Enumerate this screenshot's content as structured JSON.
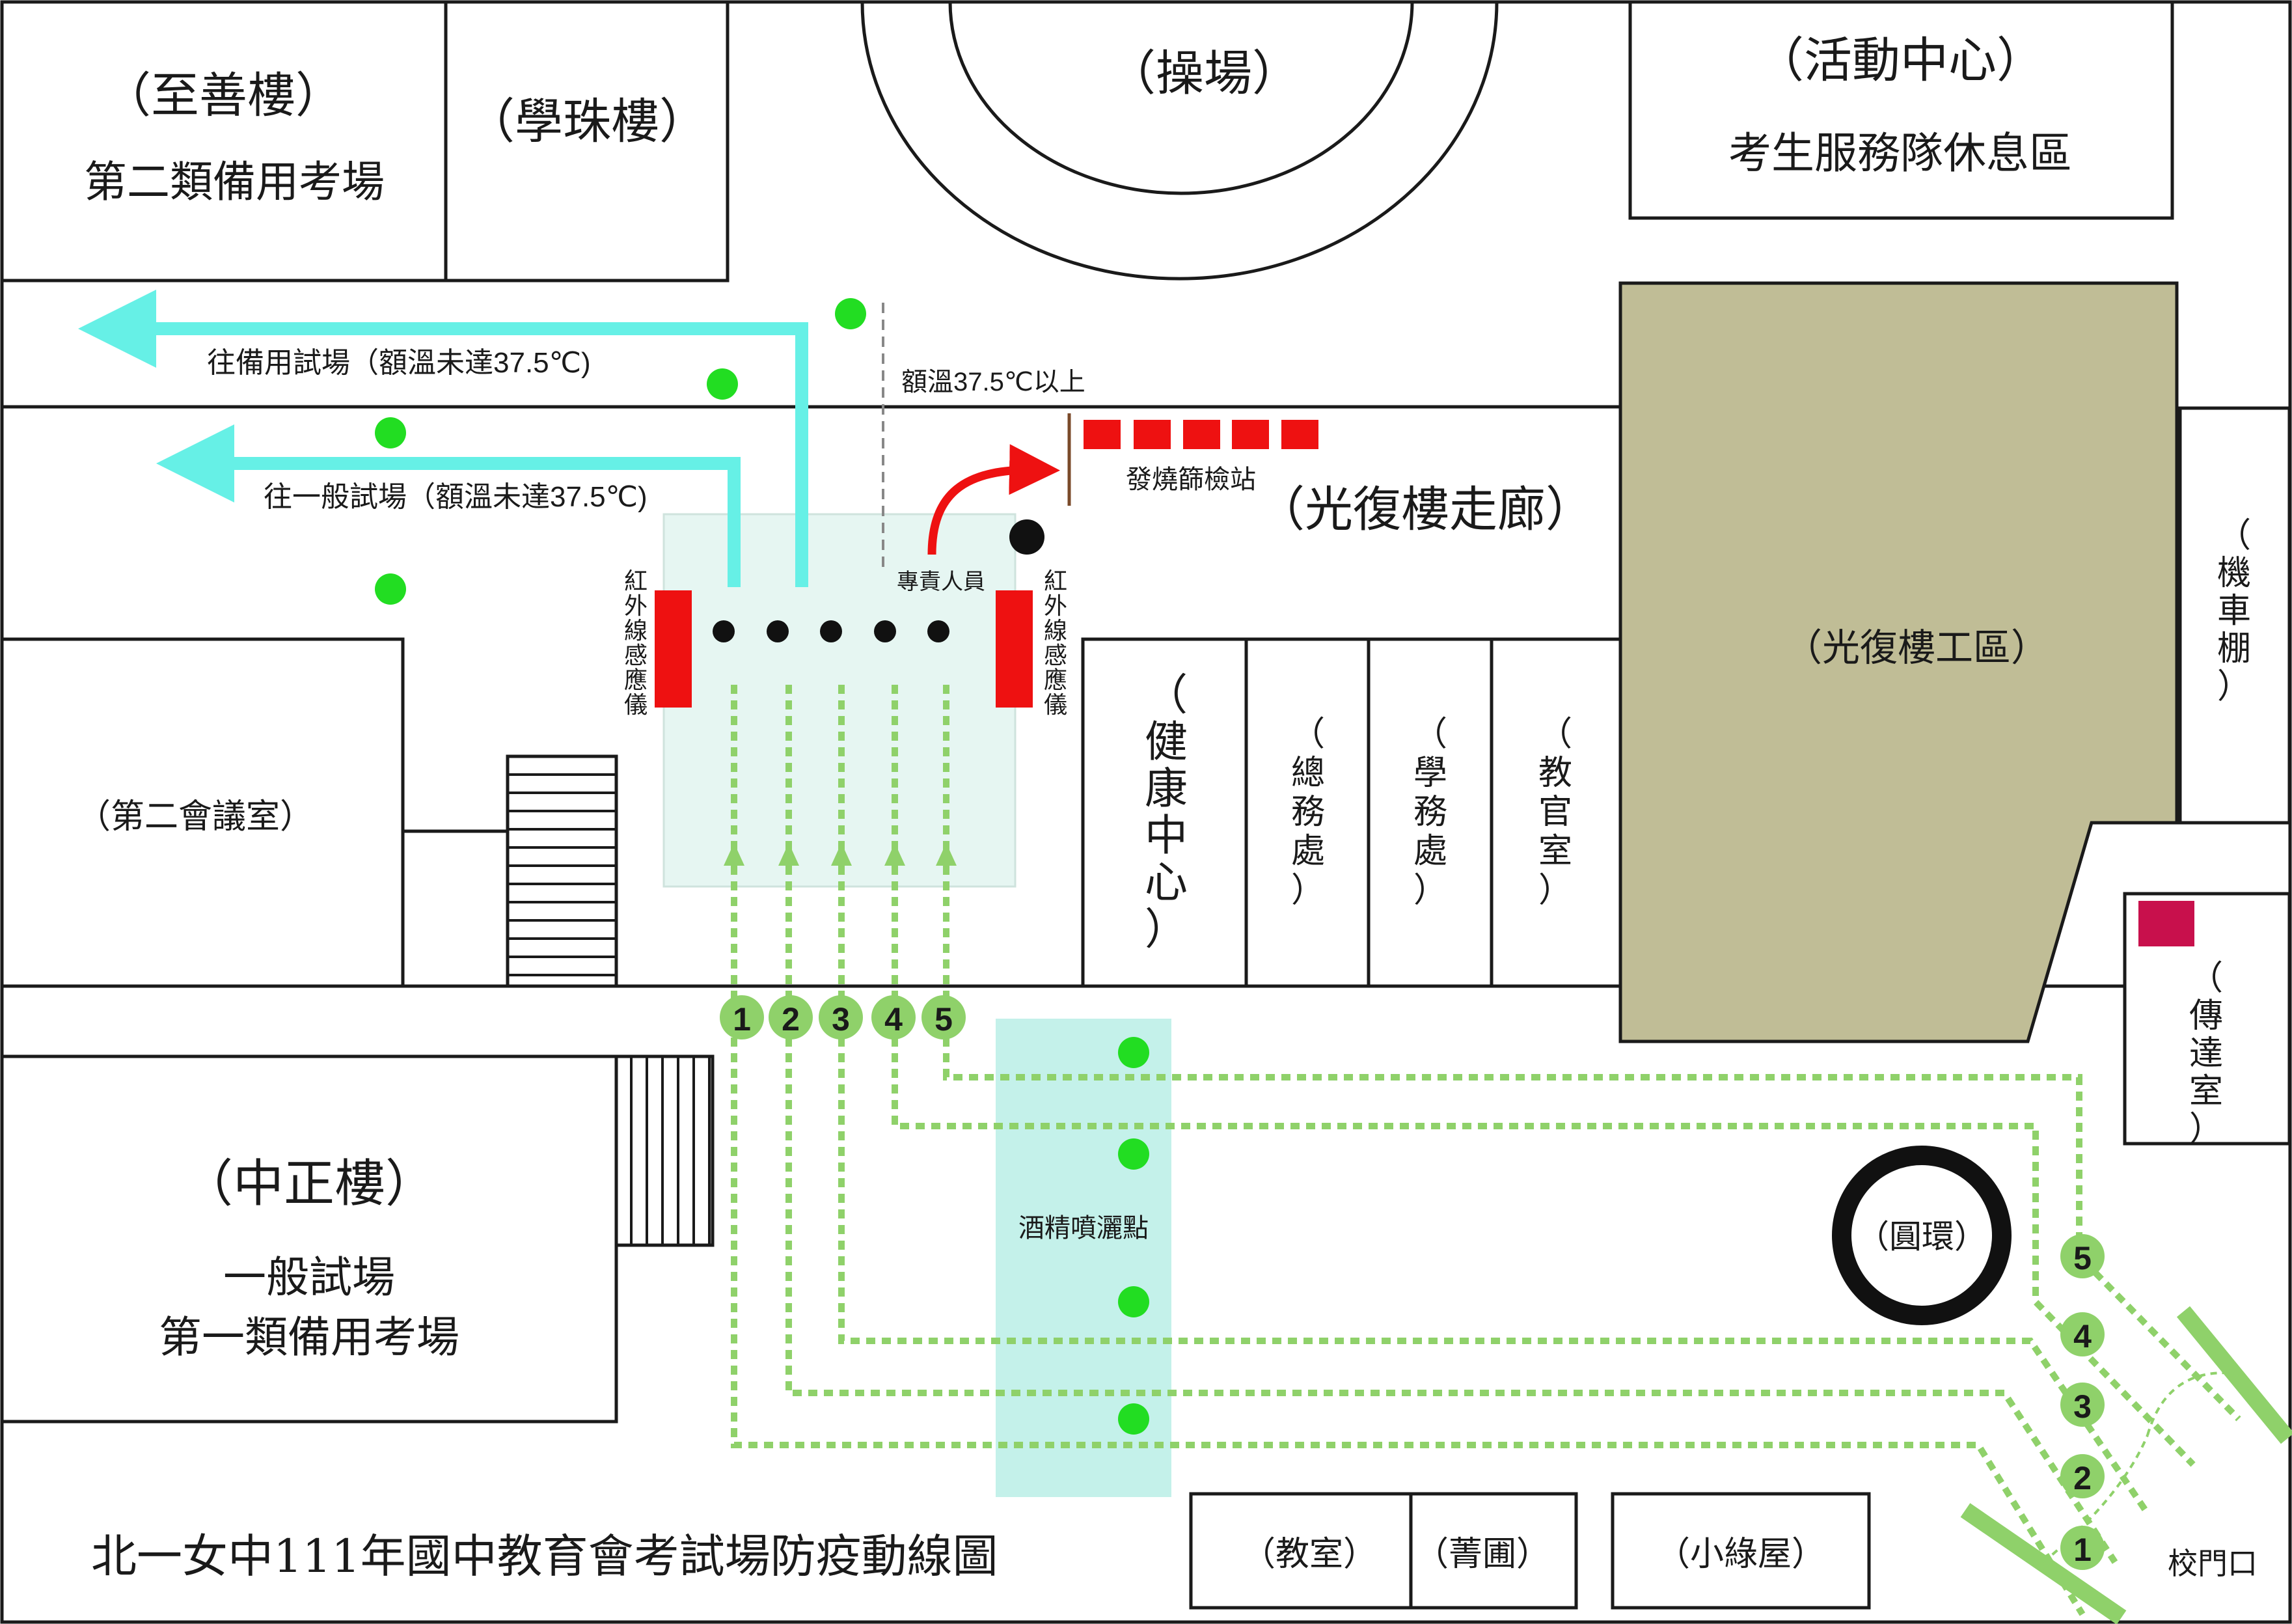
{
  "title": "北一女中111年國中教育會考試場防疫動線圖",
  "colors": {
    "path_green": "#8fd16a",
    "marker_green": "#8fd16a",
    "dot_green": "#22dd22",
    "cyan_arrow": "#66f0e6",
    "zone_fill": "#e6f6f2",
    "spray_fill": "#c4f1ea",
    "sensor_red": "#ee1111",
    "workshop_fill": "#c0bd96",
    "guard_mark": "#c8104c",
    "gate_green": "#8fd16a"
  },
  "buildings": {
    "zhishan": {
      "name": "（至善樓）",
      "sub": "第二類備用考場"
    },
    "xuezhu": {
      "name": "（學珠樓）"
    },
    "playground": {
      "name": "（操場）"
    },
    "activity": {
      "name": "（活動中心）",
      "sub": "考生服務隊休息區"
    },
    "meeting2": {
      "name": "（第二會議室）"
    },
    "zhongzheng": {
      "name": "（中正樓）",
      "sub1": "一般試場",
      "sub2": "第一類備用考場"
    },
    "guangfu_corridor": {
      "name": "（光復樓走廊）"
    },
    "guangfu_workshop": {
      "name": "（光復樓工區）"
    },
    "health": {
      "chars": [
        "（",
        "健",
        "康",
        "中",
        "心",
        "）"
      ]
    },
    "general_affairs": {
      "chars": [
        "（",
        "總",
        "務",
        "處",
        "）"
      ]
    },
    "student_affairs": {
      "chars": [
        "（",
        "學",
        "務",
        "處",
        "）"
      ]
    },
    "instructor": {
      "chars": [
        "（",
        "教",
        "官",
        "室",
        "）"
      ]
    },
    "scooter": {
      "chars": [
        "（",
        "機",
        "車",
        "棚",
        "）"
      ]
    },
    "guard": {
      "chars": [
        "（",
        "傳",
        "達",
        "室",
        "）"
      ]
    },
    "classroom": {
      "name": "（教室）"
    },
    "garden": {
      "name": "（菁圃）"
    },
    "green_house": {
      "name": "（小綠屋）"
    },
    "roundabout": {
      "name": "（圓環）"
    }
  },
  "labels": {
    "to_backup": "往備用試場（額溫未達37.5℃)",
    "to_general": "往一般試場（額溫未達37.5℃)",
    "fever_threshold": "額溫37.5℃以上",
    "fever_station": "發燒篩檢站",
    "staff": "專責人員",
    "sensor_chars": [
      "紅",
      "外",
      "線",
      "感",
      "應",
      "儀"
    ],
    "alcohol_spray": "酒精噴灑點",
    "school_gate": "校門口"
  },
  "lanes": [
    "1",
    "2",
    "3",
    "4",
    "5"
  ]
}
